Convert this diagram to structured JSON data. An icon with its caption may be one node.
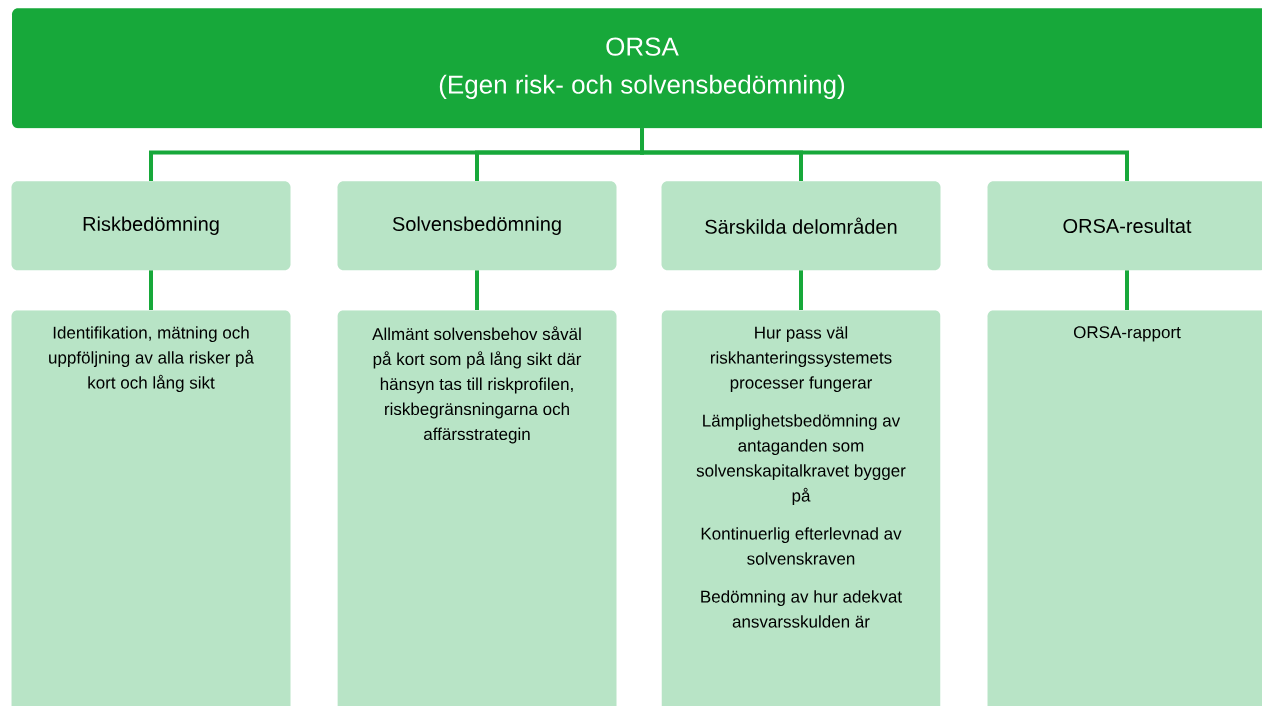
{
  "diagram": {
    "nodes": [
      {
        "text": [
          "ORSA",
          "(Egen risk- och solvensbedömning)"
        ]
      },
      {
        "text": [
          "Riskbedömning"
        ]
      },
      {
        "text": [
          "Solvensbedömning"
        ]
      },
      {
        "text": [
          "Särskilda delområden"
        ]
      },
      {
        "text": [
          "ORSA-resultat"
        ]
      },
      {
        "text": [
          "Identifikation, mätning och uppföljning av alla risker på kort och lång sikt"
        ]
      },
      {
        "text": [
          "Allmänt solvensbehov såväl på kort som på lång sikt där hänsyn tas till riskprofilen, riskbegränsningarna och affärsstrategin"
        ]
      },
      {
        "text": [
          "Hur pass väl riskhanteringssystemets processer fungerar",
          "Lämplighetsbedömning av antaganden som solvenskapitalkravet bygger på",
          "Kontinuerlig efterlevnad av solvenskraven",
          "Bedömning av hur adekvat ansvarsskulden är"
        ]
      },
      {
        "text": [
          "ORSA-rapport"
        ]
      }
    ],
    "edges": [
      {
        "from": 0,
        "to": 1,
        "arrow": "none"
      },
      {
        "from": 0,
        "to": 2,
        "arrow": "none"
      },
      {
        "from": 0,
        "to": 3,
        "arrow": "none"
      },
      {
        "from": 0,
        "to": 4,
        "arrow": "none"
      },
      {
        "from": 1,
        "to": 5,
        "arrow": "none"
      },
      {
        "from": 2,
        "to": 6,
        "arrow": "none"
      },
      {
        "from": 3,
        "to": 7,
        "arrow": "none"
      },
      {
        "from": 4,
        "to": 8,
        "arrow": "none"
      }
    ]
  }
}
